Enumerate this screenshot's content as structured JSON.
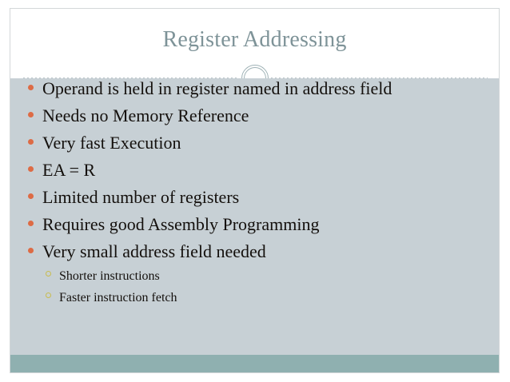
{
  "slide": {
    "title": "Register Addressing",
    "colors": {
      "title_text": "#7e9398",
      "body_background": "#c7d0d5",
      "footer_bar": "#8fb0b0",
      "bullet_level1": "#dd6b45",
      "bullet_level2": "#c9bc4f",
      "body_text": "#14100d",
      "slide_background": "#ffffff"
    },
    "decoration": {
      "ring_icon": "double-circle-ornament",
      "divider": "dotted-rule"
    },
    "bullets": [
      {
        "level": 1,
        "text": "Operand is held in register named in address field"
      },
      {
        "level": 1,
        "text": "Needs no Memory Reference"
      },
      {
        "level": 1,
        "text": "Very fast Execution"
      },
      {
        "level": 1,
        "text": "EA = R"
      },
      {
        "level": 1,
        "text": "Limited number of registers"
      },
      {
        "level": 1,
        "text": "Requires good Assembly Programming"
      },
      {
        "level": 1,
        "text": "Very small address field needed"
      },
      {
        "level": 2,
        "text": "Shorter instructions"
      },
      {
        "level": 2,
        "text": "Faster instruction fetch"
      }
    ]
  }
}
